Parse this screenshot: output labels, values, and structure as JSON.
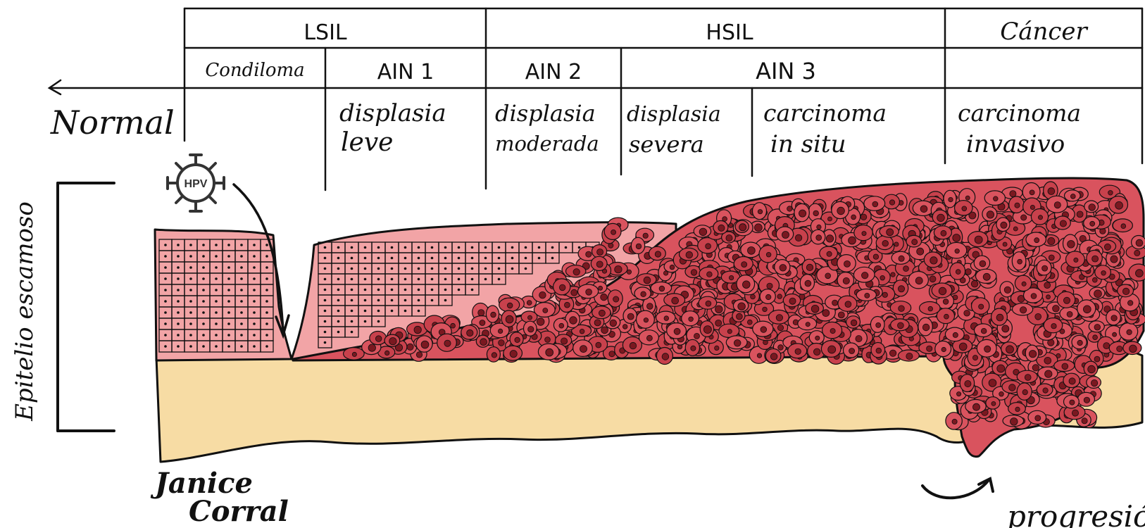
{
  "header": {
    "group_lsil": "LSIL",
    "group_hsil": "HSIL",
    "group_cancer": "Cáncer",
    "sub_condiloma": "Condiloma",
    "sub_ain1": "AIN 1",
    "sub_ain2": "AIN 2",
    "sub_ain3": "AIN 3"
  },
  "stages": {
    "normal": "Normal",
    "displasia_leve_1": "displasia",
    "displasia_leve_2": "leve",
    "displasia_moderada_1": "displasia",
    "displasia_moderada_2": "moderada",
    "displasia_severa_1": "displasia",
    "displasia_severa_2": "severa",
    "carcinoma_in_situ_1": "carcinoma",
    "carcinoma_in_situ_2": "in situ",
    "carcinoma_invasivo_1": "carcinoma",
    "carcinoma_invasivo_2": "invasivo"
  },
  "labels": {
    "hpv": "HPV",
    "epitelio": "Epitelio escamoso",
    "signature_1": "Janice",
    "signature_2": "Corral",
    "progression": "progresión"
  },
  "colors": {
    "normal_cells": "#f2a4a6",
    "dysplastic_cells": "#d9535e",
    "dysplastic_dark": "#c8414c",
    "nucleus": "#7a1820",
    "stroma": "#f7dca4",
    "line": "#111111"
  }
}
